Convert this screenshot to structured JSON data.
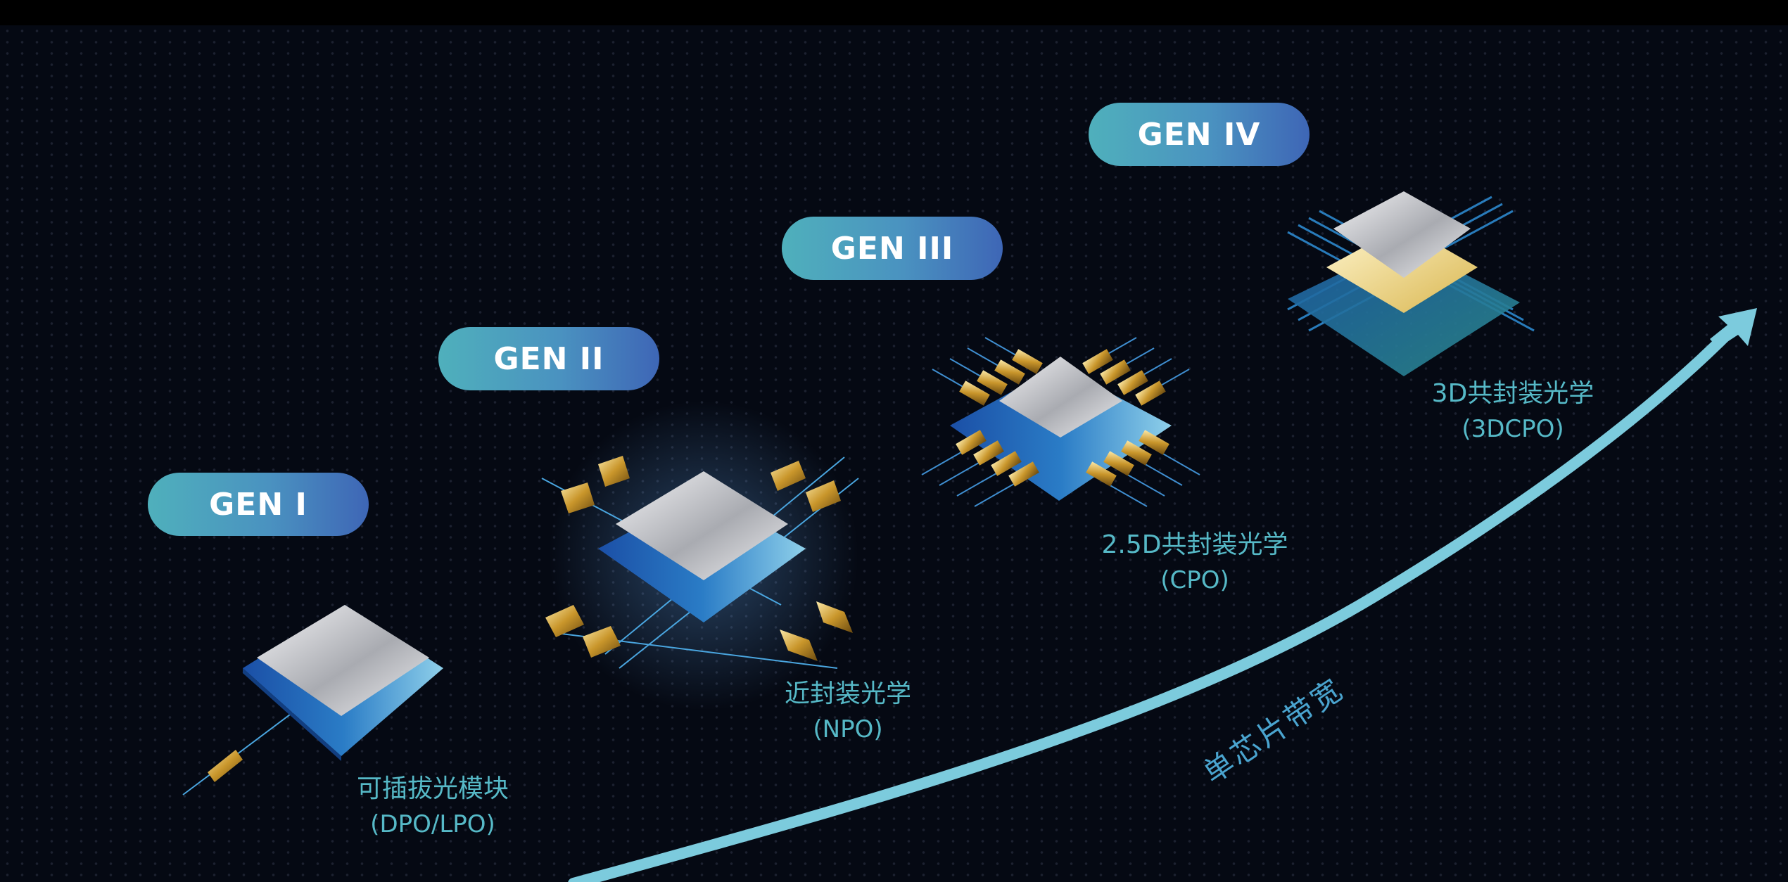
{
  "diagram": {
    "title": "",
    "accent_colors": {
      "badge_gradient_start": "#4fb0bc",
      "badge_gradient_end": "#3e66b6",
      "label_text": "#56b9c7",
      "arrow": "#7ccbdd",
      "background": "#050913"
    },
    "generations": [
      {
        "badge": "GEN I",
        "name": "可插拔光模块",
        "abbr": "(DPO/LPO)"
      },
      {
        "badge": "GEN II",
        "name": "近封装光学",
        "abbr": "(NPO)"
      },
      {
        "badge": "GEN III",
        "name": "2.5D共封装光学",
        "abbr": "(CPO)"
      },
      {
        "badge": "GEN IV",
        "name": "3D共封装光学",
        "abbr": "(3DCPO)"
      }
    ],
    "trend_arrow": {
      "label": "单芯片带宽",
      "direction": "up-right"
    }
  }
}
